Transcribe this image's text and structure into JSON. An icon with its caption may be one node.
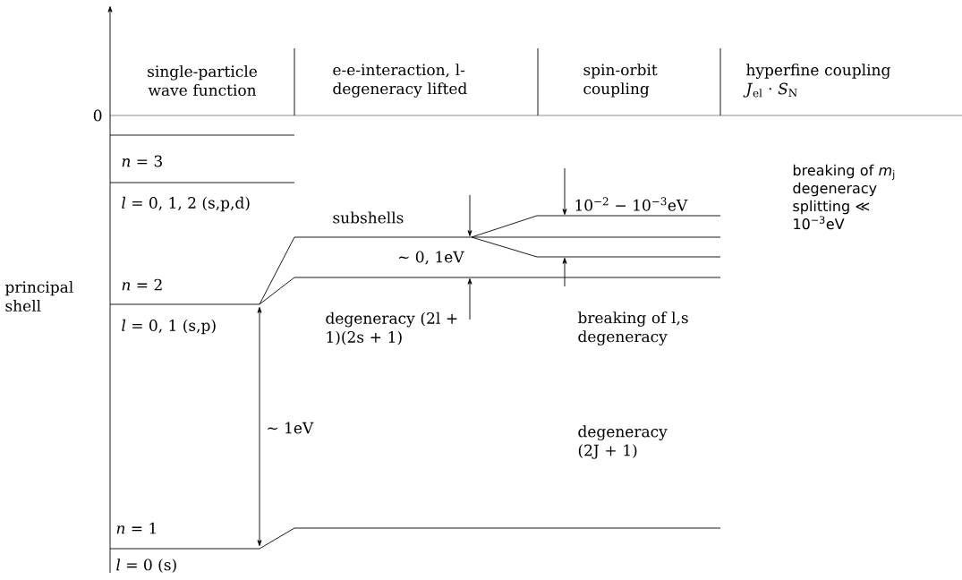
{
  "diagram": {
    "labels": [
      "single-particle wave function",
      "e-e-interaction, l-degeneracy lifted",
      "spin-orbit coupling",
      "hyperfine coupling *J*$_{el}$ · *S*$_{N}$",
      "0",
      "*n* = 3",
      "*l* = 0, 1, 2 (s,p,d)",
      "breaking of *m*$_{j}$ degeneracy splitting ≪ 10$^{−3}$eV",
      "10$^{−2}$ − 10$^{−3}$eV",
      "subshells",
      "∼ 0, 1eV",
      "principal shell",
      "*n* = 2",
      "*l* = 0, 1 (s,p)",
      "degeneracy (2l + 1)(2s + 1)",
      "breaking of l,s degeneracy",
      "∼ 1eV",
      "degeneracy (2J + 1)",
      "*n* = 1",
      "*l* = 0 (s)"
    ]
  }
}
